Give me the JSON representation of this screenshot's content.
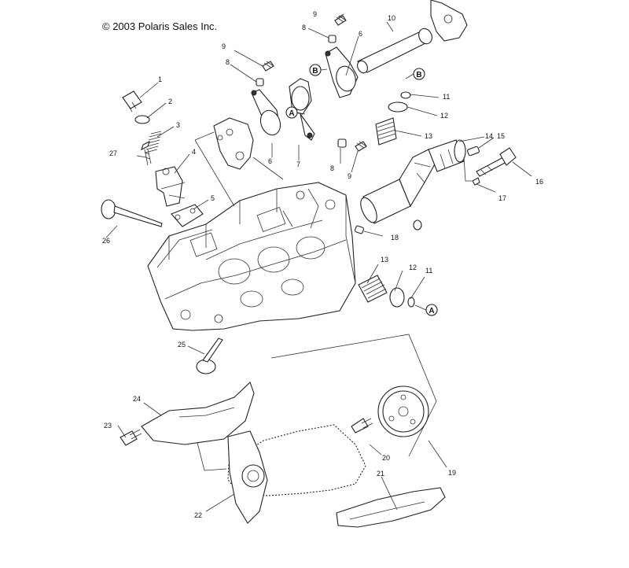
{
  "copyright": "© 2003 Polaris Sales Inc.",
  "markers": {
    "a": "A",
    "b": "B"
  },
  "callouts": [
    "1",
    "2",
    "3",
    "4",
    "5",
    "6",
    "6",
    "7",
    "8",
    "8",
    "8",
    "9",
    "9",
    "9",
    "10",
    "11",
    "11",
    "12",
    "12",
    "13",
    "13",
    "14",
    "15",
    "16",
    "17",
    "18",
    "19",
    "20",
    "21",
    "22",
    "23",
    "24",
    "25",
    "26",
    "27"
  ],
  "colors": {
    "line": "#222222",
    "background": "#ffffff"
  }
}
